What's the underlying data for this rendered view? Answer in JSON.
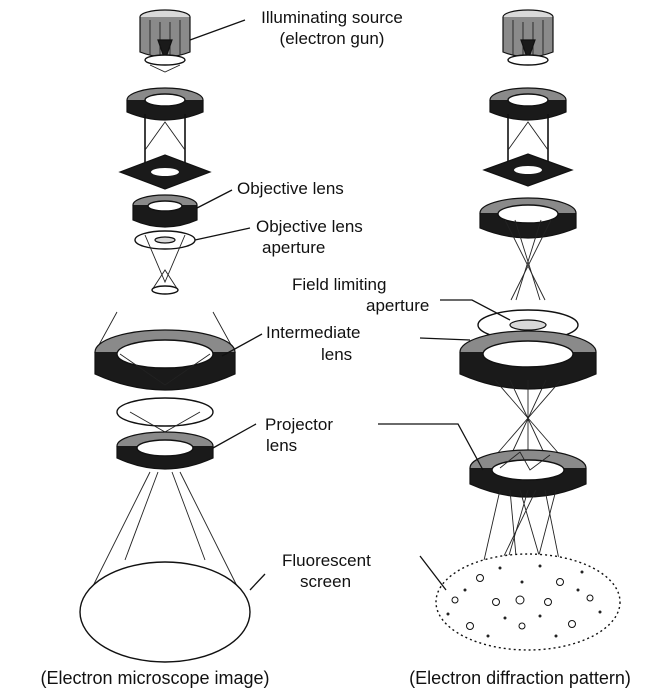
{
  "labels": {
    "source_line1": "Illuminating source",
    "source_line2": "(electron gun)",
    "objective_lens": "Objective lens",
    "objective_aperture_line1": "Objective lens",
    "objective_aperture_line2": "aperture",
    "field_aperture_line1": "Field limiting",
    "field_aperture_line2": "aperture",
    "intermediate_line1": "Intermediate",
    "intermediate_line2": "lens",
    "projector_line1": "Projector",
    "projector_line2": "lens",
    "screen_line1": "Fluorescent",
    "screen_line2": "screen"
  },
  "captions": {
    "left": "(Electron microscope image)",
    "right": "(Electron diffraction pattern)"
  }
}
